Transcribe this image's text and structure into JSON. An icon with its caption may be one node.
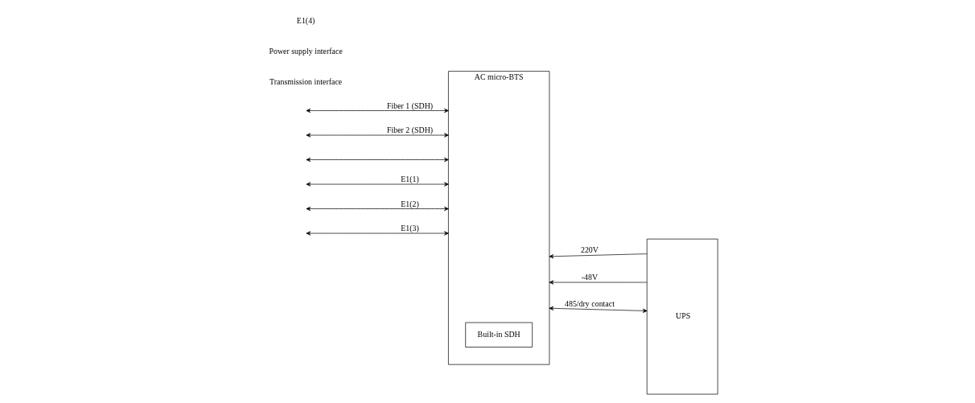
{
  "diagram": {
    "nodes": [
      {
        "text": [
          "AC micro-BTS"
        ]
      },
      {
        "text": [
          "Built-in SDH"
        ],
        "in": 0
      },
      {
        "text": [
          "UPS"
        ]
      }
    ],
    "edges": [
      {
        "from": null,
        "to": 0,
        "arrow": "both",
        "label": "Fiber 1 (SDH)"
      },
      {
        "from": null,
        "to": 0,
        "arrow": "both",
        "label": "Fiber 2 (SDH)"
      },
      {
        "from": null,
        "to": 0,
        "arrow": "both"
      },
      {
        "from": null,
        "to": 0,
        "arrow": "both",
        "label": "E1(1)"
      },
      {
        "from": null,
        "to": 0,
        "arrow": "both",
        "label": "E1(2)"
      },
      {
        "from": null,
        "to": 0,
        "arrow": "both",
        "label": "E1(3)"
      },
      {
        "from": 2,
        "to": 0,
        "arrow": "to",
        "label": "220V"
      },
      {
        "from": 2,
        "to": 0,
        "arrow": "to",
        "label": "-48V"
      },
      {
        "from": 0,
        "to": 2,
        "arrow": "both",
        "label": "485/dry contact"
      }
    ],
    "labels": [
      "Transmission interface",
      "Power supply interface",
      "E1(4)"
    ]
  }
}
